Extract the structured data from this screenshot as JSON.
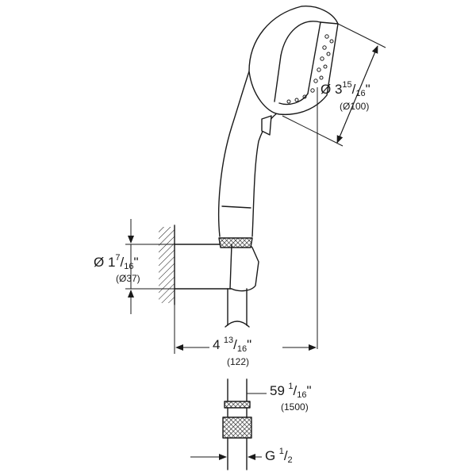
{
  "dimensions": {
    "head_diameter": {
      "prefix": "Ø 3",
      "num": "15",
      "sep": "/",
      "den": "16",
      "unit": "\"",
      "metric": "(Ø100)"
    },
    "holder_diameter": {
      "prefix": "Ø 1",
      "num": "7",
      "sep": "/",
      "den": "16",
      "unit": "\"",
      "metric": "(Ø37)"
    },
    "projection": {
      "prefix": "4",
      "num": "13",
      "sep": "/",
      "den": "16",
      "unit": "\"",
      "metric": "(122)"
    },
    "hose_length": {
      "prefix": "59",
      "num": "1",
      "sep": "/",
      "den": "16",
      "unit": "\"",
      "metric": "(1500)"
    },
    "thread": {
      "prefix": "G",
      "num": "1",
      "sep": "/",
      "den": "2"
    }
  },
  "colors": {
    "line": "#1a1a1a",
    "background": "#ffffff"
  }
}
